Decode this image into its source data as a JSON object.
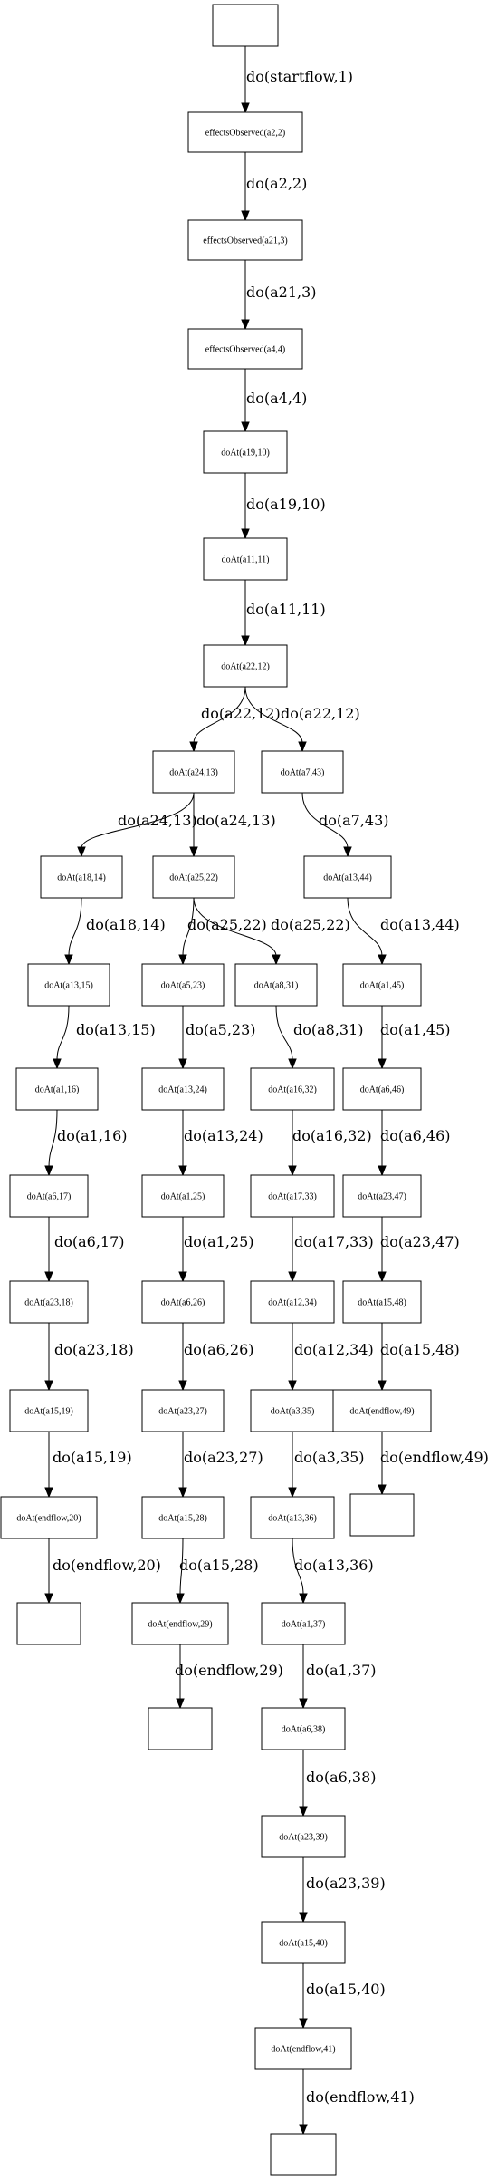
{
  "diagram": {
    "nodes": [
      {
        "id": "start",
        "label": ""
      },
      {
        "id": "n1",
        "label": "effectsObserved(a2,2)"
      },
      {
        "id": "n2",
        "label": "effectsObserved(a21,3)"
      },
      {
        "id": "n3",
        "label": "effectsObserved(a4,4)"
      },
      {
        "id": "n4",
        "label": "doAt(a19,10)"
      },
      {
        "id": "n5",
        "label": "doAt(a11,11)"
      },
      {
        "id": "n6",
        "label": "doAt(a22,12)"
      },
      {
        "id": "L1",
        "label": "doAt(a24,13)"
      },
      {
        "id": "R1",
        "label": "doAt(a7,43)"
      },
      {
        "id": "LL1",
        "label": "doAt(a18,14)"
      },
      {
        "id": "LM1",
        "label": "doAt(a25,22)"
      },
      {
        "id": "R2",
        "label": "doAt(a13,44)"
      },
      {
        "id": "LL2",
        "label": "doAt(a13,15)"
      },
      {
        "id": "M1",
        "label": "doAt(a5,23)"
      },
      {
        "id": "N1",
        "label": "doAt(a8,31)"
      },
      {
        "id": "R3",
        "label": "doAt(a1,45)"
      },
      {
        "id": "LL3",
        "label": "doAt(a1,16)"
      },
      {
        "id": "M2",
        "label": "doAt(a13,24)"
      },
      {
        "id": "N2",
        "label": "doAt(a16,32)"
      },
      {
        "id": "R4",
        "label": "doAt(a6,46)"
      },
      {
        "id": "LL4",
        "label": "doAt(a6,17)"
      },
      {
        "id": "M3",
        "label": "doAt(a1,25)"
      },
      {
        "id": "N3",
        "label": "doAt(a17,33)"
      },
      {
        "id": "R5",
        "label": "doAt(a23,47)"
      },
      {
        "id": "LL5",
        "label": "doAt(a23,18)"
      },
      {
        "id": "M4",
        "label": "doAt(a6,26)"
      },
      {
        "id": "N4",
        "label": "doAt(a12,34)"
      },
      {
        "id": "R6",
        "label": "doAt(a15,48)"
      },
      {
        "id": "LL6",
        "label": "doAt(a15,19)"
      },
      {
        "id": "M5",
        "label": "doAt(a23,27)"
      },
      {
        "id": "N5",
        "label": "doAt(a3,35)"
      },
      {
        "id": "R7",
        "label": "doAt(endflow,49)"
      },
      {
        "id": "LL7",
        "label": "doAt(endflow,20)"
      },
      {
        "id": "M6",
        "label": "doAt(a15,28)"
      },
      {
        "id": "N6",
        "label": "doAt(a13,36)"
      },
      {
        "id": "R8",
        "label": ""
      },
      {
        "id": "LL8",
        "label": ""
      },
      {
        "id": "M7",
        "label": "doAt(endflow,29)"
      },
      {
        "id": "N7",
        "label": "doAt(a1,37)"
      },
      {
        "id": "M8",
        "label": ""
      },
      {
        "id": "N8",
        "label": "doAt(a6,38)"
      },
      {
        "id": "N9",
        "label": "doAt(a23,39)"
      },
      {
        "id": "N10",
        "label": "doAt(a15,40)"
      },
      {
        "id": "N11",
        "label": "doAt(endflow,41)"
      },
      {
        "id": "N12",
        "label": ""
      }
    ],
    "edges": [
      {
        "from": "start",
        "to": "n1",
        "label": "do(startflow,1)"
      },
      {
        "from": "n1",
        "to": "n2",
        "label": "do(a2,2)"
      },
      {
        "from": "n2",
        "to": "n3",
        "label": "do(a21,3)"
      },
      {
        "from": "n3",
        "to": "n4",
        "label": "do(a4,4)"
      },
      {
        "from": "n4",
        "to": "n5",
        "label": "do(a19,10)"
      },
      {
        "from": "n5",
        "to": "n6",
        "label": "do(a11,11)"
      },
      {
        "from": "n6",
        "to": "L1",
        "label": "do(a22,12)"
      },
      {
        "from": "n6",
        "to": "R1",
        "label": "do(a22,12)"
      },
      {
        "from": "L1",
        "to": "LL1",
        "label": "do(a24,13)"
      },
      {
        "from": "L1",
        "to": "LM1",
        "label": "do(a24,13)"
      },
      {
        "from": "R1",
        "to": "R2",
        "label": "do(a7,43)"
      },
      {
        "from": "LL1",
        "to": "LL2",
        "label": "do(a18,14)"
      },
      {
        "from": "LM1",
        "to": "M1",
        "label": "do(a25,22)"
      },
      {
        "from": "LM1",
        "to": "N1",
        "label": "do(a25,22)"
      },
      {
        "from": "R2",
        "to": "R3",
        "label": "do(a13,44)"
      },
      {
        "from": "LL2",
        "to": "LL3",
        "label": "do(a13,15)"
      },
      {
        "from": "M1",
        "to": "M2",
        "label": "do(a5,23)"
      },
      {
        "from": "N1",
        "to": "N2",
        "label": "do(a8,31)"
      },
      {
        "from": "R3",
        "to": "R4",
        "label": "do(a1,45)"
      },
      {
        "from": "LL3",
        "to": "LL4",
        "label": "do(a1,16)"
      },
      {
        "from": "M2",
        "to": "M3",
        "label": "do(a13,24)"
      },
      {
        "from": "N2",
        "to": "N3",
        "label": "do(a16,32)"
      },
      {
        "from": "R4",
        "to": "R5",
        "label": "do(a6,46)"
      },
      {
        "from": "LL4",
        "to": "LL5",
        "label": "do(a6,17)"
      },
      {
        "from": "M3",
        "to": "M4",
        "label": "do(a1,25)"
      },
      {
        "from": "N3",
        "to": "N4",
        "label": "do(a17,33)"
      },
      {
        "from": "R5",
        "to": "R6",
        "label": "do(a23,47)"
      },
      {
        "from": "LL5",
        "to": "LL6",
        "label": "do(a23,18)"
      },
      {
        "from": "M4",
        "to": "M5",
        "label": "do(a6,26)"
      },
      {
        "from": "N4",
        "to": "N5",
        "label": "do(a12,34)"
      },
      {
        "from": "R6",
        "to": "R7",
        "label": "do(a15,48)"
      },
      {
        "from": "LL6",
        "to": "LL7",
        "label": "do(a15,19)"
      },
      {
        "from": "M5",
        "to": "M6",
        "label": "do(a23,27)"
      },
      {
        "from": "N5",
        "to": "N6",
        "label": "do(a3,35)"
      },
      {
        "from": "R7",
        "to": "R8",
        "label": "do(endflow,49)"
      },
      {
        "from": "LL7",
        "to": "LL8",
        "label": "do(endflow,20)"
      },
      {
        "from": "M6",
        "to": "M7",
        "label": "do(a15,28)"
      },
      {
        "from": "N6",
        "to": "N7",
        "label": "do(a13,36)"
      },
      {
        "from": "M7",
        "to": "M8",
        "label": "do(endflow,29)"
      },
      {
        "from": "N7",
        "to": "N8",
        "label": "do(a1,37)"
      },
      {
        "from": "N8",
        "to": "N9",
        "label": "do(a6,38)"
      },
      {
        "from": "N9",
        "to": "N10",
        "label": "do(a23,39)"
      },
      {
        "from": "N10",
        "to": "N11",
        "label": "do(a15,40)"
      },
      {
        "from": "N11",
        "to": "N12",
        "label": "do(endflow,41)"
      }
    ]
  }
}
